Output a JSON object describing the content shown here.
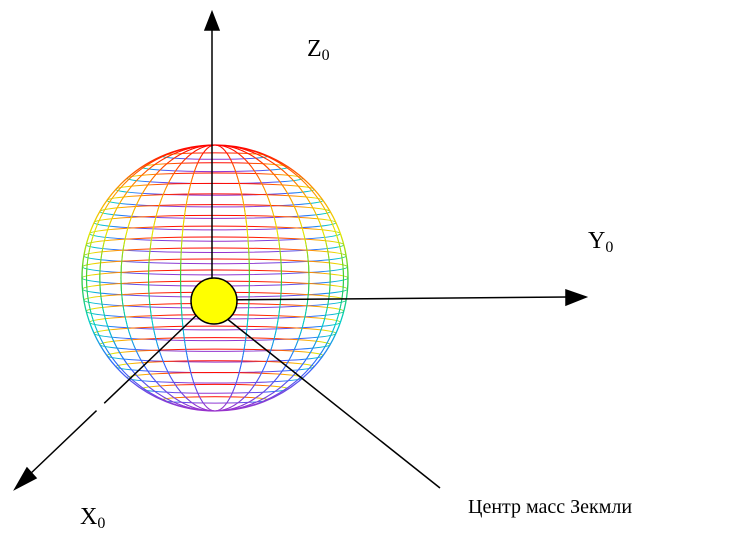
{
  "axes": {
    "z": {
      "name": "Z",
      "subscript": "0"
    },
    "y": {
      "name": "Y",
      "subscript": "0"
    },
    "x": {
      "name": "X",
      "subscript": "0"
    }
  },
  "center_label": "Центр масс Зекмли",
  "colors": {
    "axis": "#000000",
    "center_fill": "#ffff00",
    "center_stroke": "#000000",
    "globe_gradient": [
      "#ff0000",
      "#ff9900",
      "#e6e600",
      "#33cc33",
      "#00cccc",
      "#3366ff",
      "#9933cc"
    ]
  }
}
